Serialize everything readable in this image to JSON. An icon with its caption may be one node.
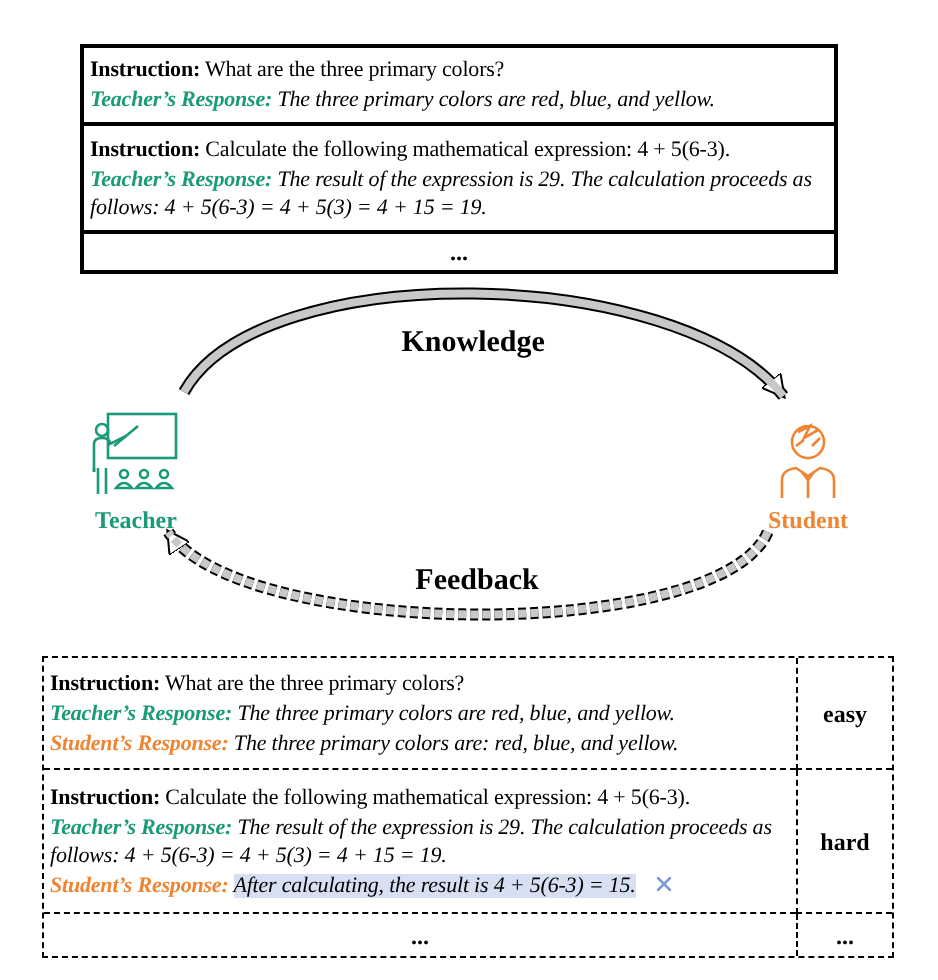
{
  "diagram": {
    "nodes": [
      {
        "text": [],
        "shape": "box"
      },
      {
        "text": [
          "**Instruction:** What are the three primary colors?",
          "**Teacher’s Response:** The three primary colors are red, blue, and yellow."
        ],
        "in": 0
      },
      {
        "text": [
          "**Instruction:** Calculate the following mathematical expression: 4 + 5(6-3).",
          "**Teacher’s Response:** The result of the expression is 29. The calculation proceeds as follows: 4 + 5(6-3) = 4 + 5(3) = 4 + 15 = 19."
        ],
        "in": 0
      },
      {
        "text": [
          "..."
        ],
        "in": 0
      },
      {
        "text": [
          "Teacher"
        ]
      },
      {
        "text": [
          "Student"
        ]
      },
      {
        "text": [],
        "shape": "box"
      },
      {
        "text": [
          "**Instruction:** What are the three primary colors?",
          "**Teacher’s Response:** The three primary colors are red, blue, and yellow.",
          "**Student’s Response:** The three primary colors are: red, blue, and yellow."
        ],
        "in": 6
      },
      {
        "text": [
          "easy"
        ],
        "in": 6
      },
      {
        "text": [
          "**Instruction:** Calculate the following mathematical expression: 4 + 5(6-3).",
          "**Teacher’s Response:** The result of the expression is 29. The calculation proceeds as follows: 4 + 5(6-3) = 4 + 5(3) = 4 + 15 = 19.",
          "**Student’s Response:** After calculating, the result is 4 + 5(6-3) = 15."
        ],
        "in": 6
      },
      {
        "text": [
          "hard"
        ],
        "in": 6
      },
      {
        "text": [
          "..."
        ],
        "in": 6
      },
      {
        "text": [
          "..."
        ],
        "in": 6
      }
    ],
    "edges": [
      {
        "from": 4,
        "to": 5,
        "arrow": "to",
        "label": "Knowledge"
      },
      {
        "from": 5,
        "to": 4,
        "arrow": "to",
        "label": "Feedback",
        "style": "dashed"
      }
    ]
  }
}
